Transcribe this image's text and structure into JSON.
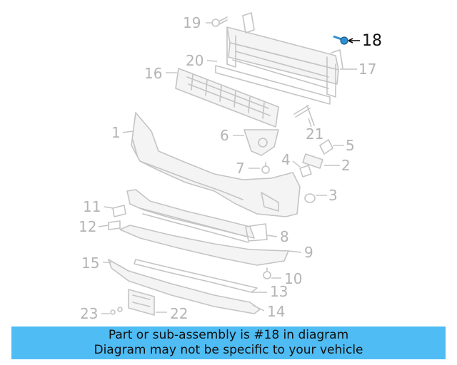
{
  "diagram": {
    "callouts": [
      "19",
      "18",
      "20",
      "17",
      "16",
      "1",
      "6",
      "21",
      "5",
      "4",
      "2",
      "7",
      "3",
      "11",
      "12",
      "8",
      "9",
      "15",
      "10",
      "13",
      "14",
      "23",
      "22"
    ],
    "highlight_callout": "18",
    "colors": {
      "part_line": "#c4c4c4",
      "label": "#b4b4b4",
      "highlight": "#111111",
      "highlight_part": "#2f8fd0"
    }
  },
  "banner": {
    "line1": "Part or sub-assembly is #18 in diagram",
    "line2": "Diagram may not be specific to your vehicle",
    "background": "#4fbcf4"
  }
}
